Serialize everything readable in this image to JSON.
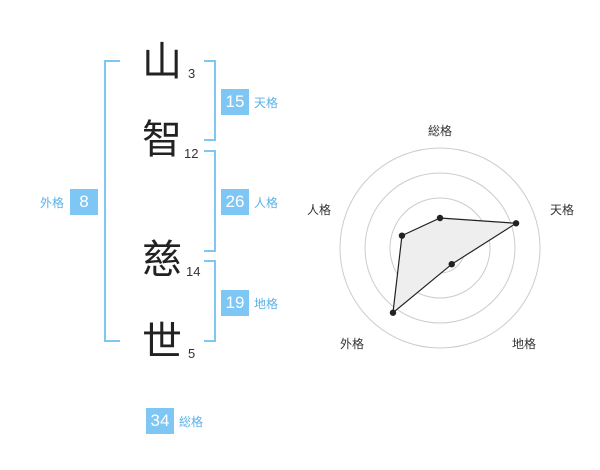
{
  "name_chars": [
    {
      "char": "山",
      "strokes": "3"
    },
    {
      "char": "智",
      "strokes": "12"
    },
    {
      "char": "慈",
      "strokes": "14"
    },
    {
      "char": "世",
      "strokes": "5"
    }
  ],
  "fortunes": {
    "tenkaku": {
      "value": "15",
      "label": "天格"
    },
    "jinkaku": {
      "value": "26",
      "label": "人格"
    },
    "chikaku": {
      "value": "19",
      "label": "地格"
    },
    "gaikaku": {
      "value": "8",
      "label": "外格"
    },
    "soukaku": {
      "value": "34",
      "label": "総格"
    }
  },
  "colors": {
    "accent": "#7ec7f4",
    "label": "#5ab2e6"
  },
  "chart_data": {
    "type": "radar",
    "axes": [
      "総格",
      "天格",
      "地格",
      "外格",
      "人格"
    ],
    "scale_max": 4,
    "values": [
      1.2,
      3.2,
      0.8,
      3.2,
      1.6
    ]
  }
}
